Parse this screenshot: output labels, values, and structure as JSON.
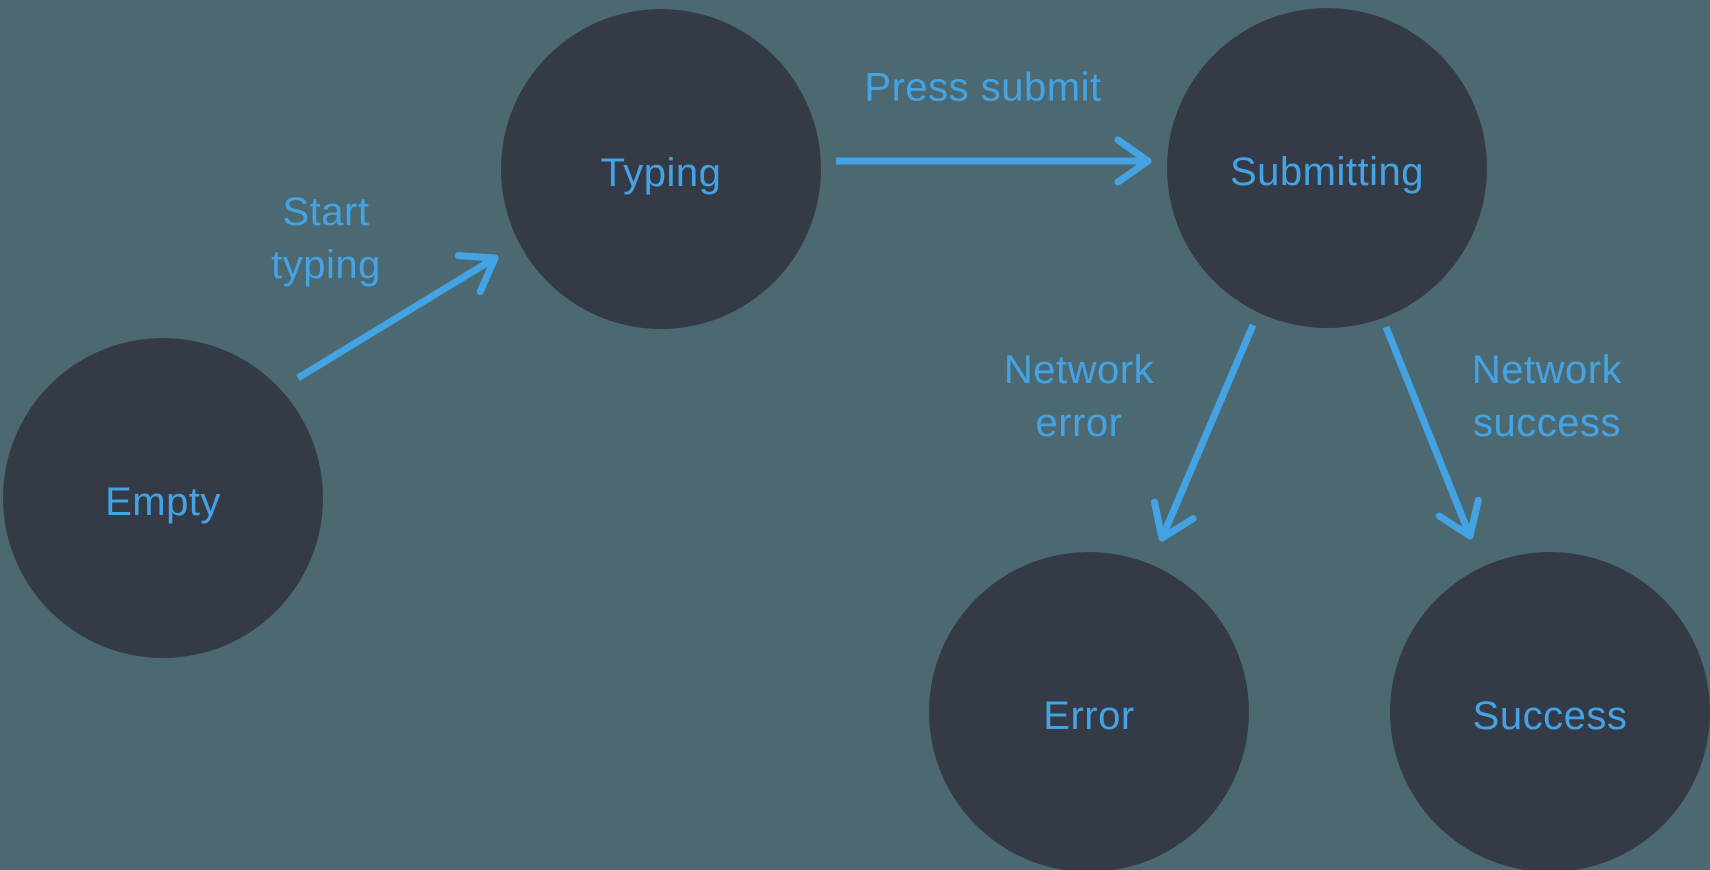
{
  "colors": {
    "background": "#4C6972",
    "node_fill": "#343B47",
    "accent": "#44A3E4"
  },
  "nodes": [
    {
      "id": "empty",
      "label": "Empty"
    },
    {
      "id": "typing",
      "label": "Typing"
    },
    {
      "id": "submitting",
      "label": "Submitting"
    },
    {
      "id": "error",
      "label": "Error"
    },
    {
      "id": "success",
      "label": "Success"
    }
  ],
  "edges": [
    {
      "id": "start-typing",
      "from": "empty",
      "to": "typing",
      "label": "Start typing",
      "lines": [
        "Start",
        "typing"
      ]
    },
    {
      "id": "press-submit",
      "from": "typing",
      "to": "submitting",
      "label": "Press submit",
      "lines": [
        "Press submit"
      ]
    },
    {
      "id": "network-error",
      "from": "submitting",
      "to": "error",
      "label": "Network error",
      "lines": [
        "Network",
        "error"
      ]
    },
    {
      "id": "network-success",
      "from": "submitting",
      "to": "success",
      "label": "Network success",
      "lines": [
        "Network",
        "success"
      ]
    }
  ]
}
